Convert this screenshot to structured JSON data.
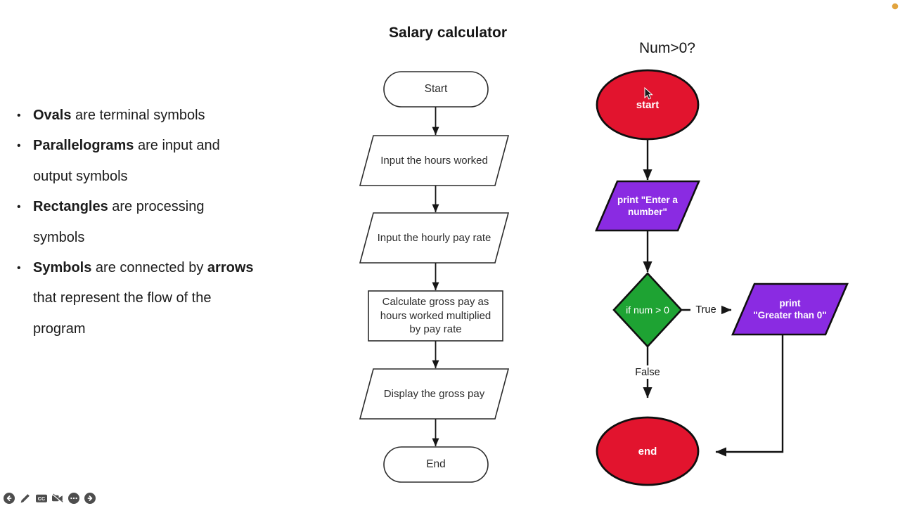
{
  "bullets": {
    "marker": "•",
    "b1_bold": "Ovals",
    "b1_rest": " are terminal symbols",
    "b2_bold": "Parallelograms",
    "b2_rest": " are input and",
    "b2_cont": "output symbols",
    "b3_bold": "Rectangles",
    "b3_rest": " are processing",
    "b3_cont": "symbols",
    "b4_bold": "Symbols",
    "b4_mid": " are connected by ",
    "b4_bold2": "arrows",
    "b4_cont1": "that represent the flow of the",
    "b4_cont2": "program"
  },
  "salary_flowchart": {
    "title": "Salary calculator",
    "start_label": "Start",
    "input_hours_label": "Input the hours worked",
    "input_rate_label": "Input the hourly pay rate",
    "calc_label_line1": "Calculate gross pay as",
    "calc_label_line2": "hours worked multiplied",
    "calc_label_line3": "by pay rate",
    "display_label": "Display the gross pay",
    "end_label": "End"
  },
  "num_flowchart": {
    "title": "Num>0?",
    "start_label": "start",
    "print_enter_label": "print \"Enter a number\"",
    "condition_label": "if num > 0",
    "true_label": "True",
    "false_label": "False",
    "print_greater_line1": "print",
    "print_greater_line2": "\"Greater than 0\"",
    "end_label": "end"
  },
  "colors": {
    "terminal_red": "#e2142e",
    "io_purple": "#8a2be2",
    "decision_green": "#1ea333",
    "record_dot": "#e2a43e"
  },
  "toolbar": {
    "cc_badge_label": "CC",
    "icons": [
      {
        "name": "circle-arrow-left-icon"
      },
      {
        "name": "pencil-icon"
      },
      {
        "name": "cc-captions-icon"
      },
      {
        "name": "camera-off-icon"
      },
      {
        "name": "ellipsis-circle-icon"
      },
      {
        "name": "circle-arrow-right-icon"
      }
    ]
  }
}
